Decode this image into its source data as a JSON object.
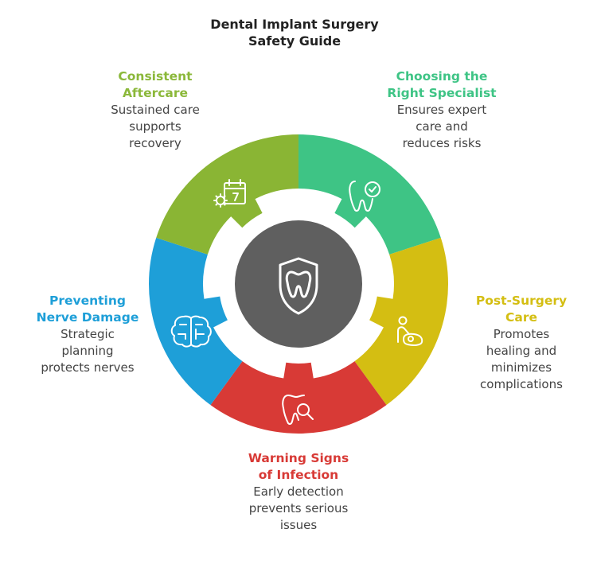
{
  "title": [
    "Dental Implant Surgery",
    "Safety Guide"
  ],
  "colors": {
    "green_light": "#8bb83a",
    "green": "#3ec485",
    "yellow": "#dcc81c",
    "red": "#e4504e",
    "blue": "#27a5d8",
    "center": "#5f5f5f"
  },
  "center": {
    "icon": "tooth-shield-icon"
  },
  "segments": [
    {
      "id": "choosing",
      "head": [
        "Choosing the",
        "Right Specialist"
      ],
      "body": [
        "Ensures expert",
        "care and",
        "reduces risks"
      ],
      "color": "#3ec485",
      "icon": "tooth-check-icon"
    },
    {
      "id": "post",
      "head": [
        "Post-Surgery",
        "Care"
      ],
      "body": [
        "Promotes",
        "healing and",
        "minimizes",
        "complications"
      ],
      "color": "#d4be12",
      "icon": "caregiver-icon"
    },
    {
      "id": "warning",
      "head": [
        "Warning Signs",
        "of Infection"
      ],
      "body": [
        "Early detection",
        "prevents serious",
        "issues"
      ],
      "color": "#d83a36",
      "icon": "tooth-search-icon"
    },
    {
      "id": "nerve",
      "head": [
        "Preventing",
        "Nerve Damage"
      ],
      "body": [
        "Strategic",
        "planning",
        "protects nerves"
      ],
      "color": "#1e9fd8",
      "icon": "brain-icon"
    },
    {
      "id": "aftercare",
      "head": [
        "Consistent",
        "Aftercare"
      ],
      "body": [
        "Sustained care",
        "supports",
        "recovery"
      ],
      "color": "#8ab534",
      "icon": "calendar-gear-icon"
    }
  ]
}
